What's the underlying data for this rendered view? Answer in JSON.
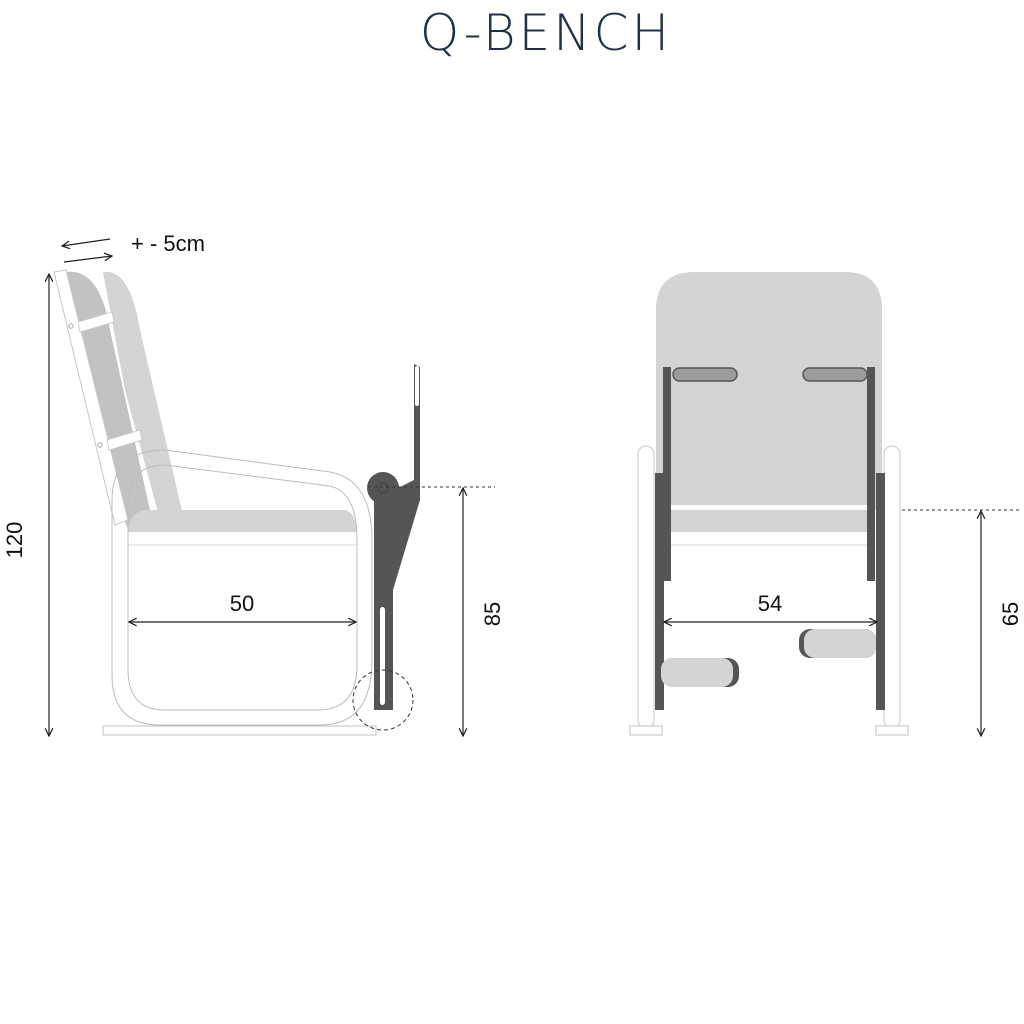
{
  "title": "Q-BENCH",
  "colors": {
    "title": "#1f3047",
    "frame_dark": "#555555",
    "cushion_light": "#d4d4d4",
    "cushion_mid": "#c2c2c2",
    "pad_gray": "#9c9c9c",
    "outline": "#bdbdbd",
    "dimension": "#222222"
  },
  "side_view": {
    "adjustment_label": "+ - 5cm",
    "height_total": "120",
    "seat_depth": "50",
    "armrest_height": "85"
  },
  "front_view": {
    "seat_width": "54",
    "seat_height": "65"
  }
}
